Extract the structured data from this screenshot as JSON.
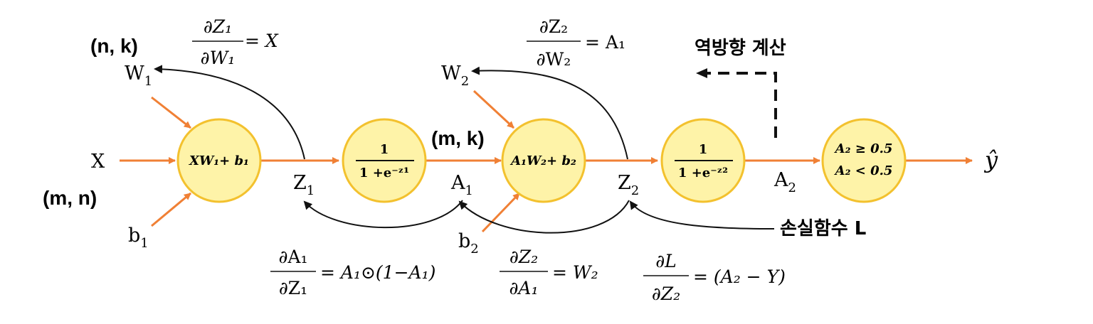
{
  "inputs": {
    "x": "X",
    "x_shape": "(m, n)",
    "w1": "W",
    "w1_sub": "1",
    "w1_shape": "(n, k)",
    "b1": "b",
    "b1_sub": "1",
    "w2": "W",
    "w2_sub": "2",
    "b2": "b",
    "b2_sub": "2"
  },
  "nodes": {
    "linear1": "XW₁+ b₁",
    "sigmoid1_num": "1",
    "sigmoid1_den": "1 +e⁻ᶻ¹",
    "linear2": "A₁W₂+ b₂",
    "sigmoid2_num": "1",
    "sigmoid2_den": "1 +e⁻ᶻ²",
    "threshold_top": "A₂ ≥ 0.5",
    "threshold_bottom": "A₂ < 0.5"
  },
  "signals": {
    "z1": "Z",
    "z1_sub": "1",
    "a1": "A",
    "a1_sub": "1",
    "a1_shape": "(m, k)",
    "z2": "Z",
    "z2_sub": "2",
    "a2": "A",
    "a2_sub": "2",
    "yhat": "ŷ"
  },
  "gradients": {
    "dz1_dw1_num": "∂Z₁",
    "dz1_dw1_den": "∂W₁",
    "dz1_dw1_rhs": "= X",
    "dz2_dw2_num": "∂Z₂",
    "dz2_dw2_den": "∂W₂",
    "dz2_dw2_rhs": "= A₁",
    "da1_dz1_num": "∂A₁",
    "da1_dz1_den": "∂Z₁",
    "da1_dz1_rhs": "= A₁⊙(1−A₁)",
    "dz2_da1_num": "∂Z₂",
    "dz2_da1_den": "∂A₁",
    "dz2_da1_rhs": "= W₂",
    "dl_dz2_num": "∂L",
    "dl_dz2_den": "∂Z₂",
    "dl_dz2_rhs": "= (A₂ − Y)"
  },
  "annotations": {
    "backprop": "역방향 계산",
    "loss": "손실함수 L"
  },
  "colors": {
    "forward_arrow": "#f08035",
    "node_fill": "#fef3a8",
    "node_stroke": "#f3c12e",
    "backward_arrow": "#111111"
  }
}
